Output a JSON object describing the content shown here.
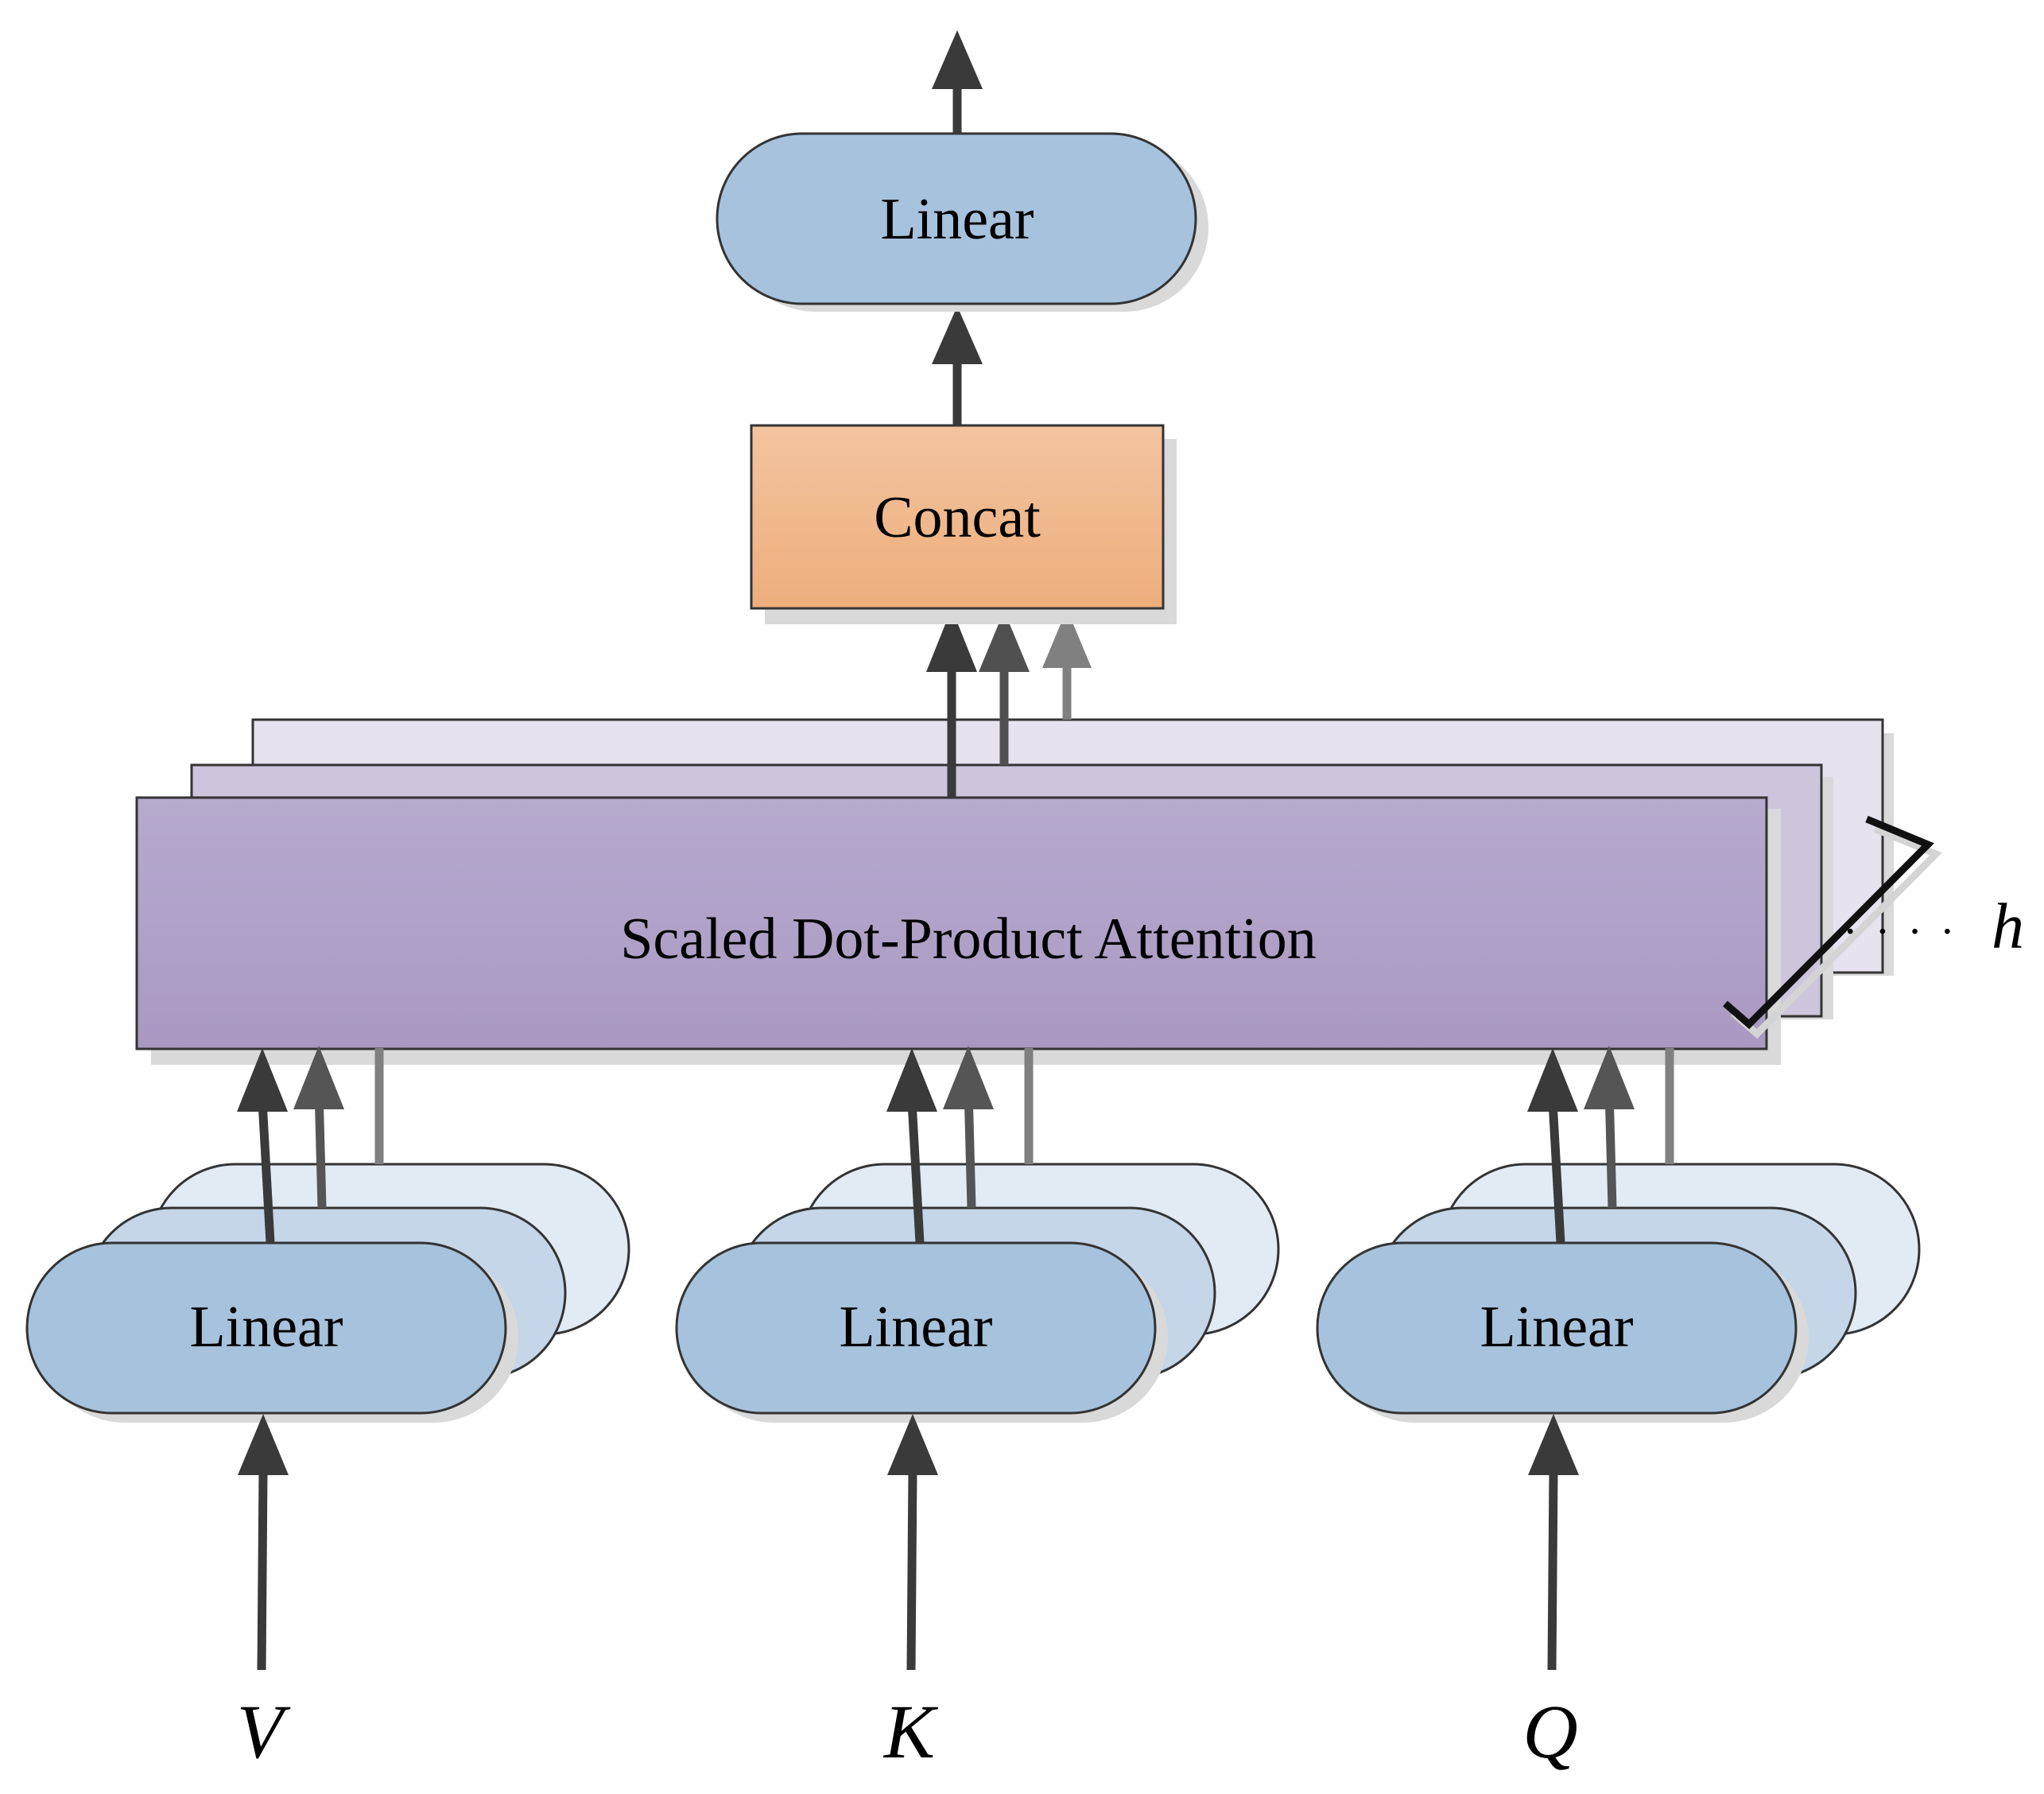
{
  "diagram": {
    "output_linear": {
      "label": "Linear"
    },
    "concat": {
      "label": "Concat"
    },
    "attention": {
      "label": "Scaled Dot-Product Attention"
    },
    "heads_label": {
      "dots": "· · · ·",
      "symbol": "h"
    },
    "input_linears": [
      {
        "label": "Linear",
        "input": "V"
      },
      {
        "label": "Linear",
        "input": "K"
      },
      {
        "label": "Linear",
        "input": "Q"
      }
    ],
    "colors": {
      "linear_front": "#a7c2dc",
      "linear_mid": "#c4d6e8",
      "linear_back": "#e2ebf4",
      "concat_top": "#f2c4a0",
      "concat_bottom": "#eeae7b",
      "attention_top": "#b6aacd",
      "attention_bottom": "#a999c2",
      "attention_mid_layer": "#cdc5dc",
      "attention_back_layer": "#e6e2ee",
      "arrow_dark": "#3a3a3a",
      "arrow_grey": "#808080",
      "outline": "#333333"
    }
  }
}
